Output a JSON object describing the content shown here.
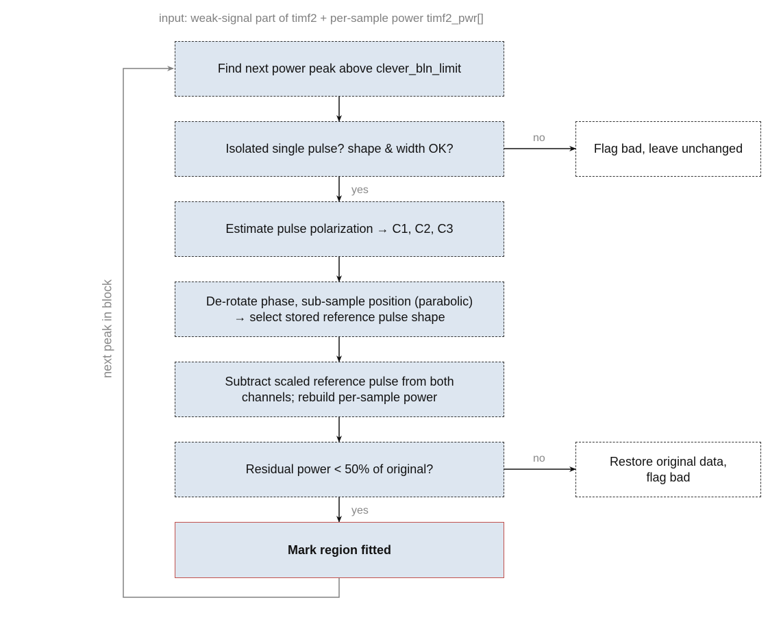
{
  "input_label": "input: weak-signal part of timf2 + per-sample power timf2_pwr[]",
  "steps": [
    {
      "id": "find-peak",
      "label": "Find next power peak above clever_bln_limit"
    },
    {
      "id": "isolated-check",
      "label": "Isolated single pulse? shape & width OK?"
    },
    {
      "id": "estimate-polarization",
      "label": "Estimate pulse polarization → C1, C2, C3"
    },
    {
      "id": "derotate-phase",
      "label": "De-rotate phase, sub-sample position (parabolic)\n→ select stored reference pulse shape"
    },
    {
      "id": "subtract-reference",
      "label": "Subtract scaled reference pulse from both\nchannels; rebuild per-sample power"
    },
    {
      "id": "residual-check",
      "label": "Residual power < 50% of original?"
    },
    {
      "id": "mark-fitted",
      "label": "Mark region fitted"
    }
  ],
  "side_boxes": [
    {
      "id": "flag-bad",
      "label": "Flag bad, leave unchanged"
    },
    {
      "id": "restore-original",
      "label": "Restore original data,\nflag bad"
    }
  ],
  "edge_labels": {
    "isolated_no": "no",
    "isolated_yes": "yes",
    "residual_no": "no",
    "residual_yes": "yes",
    "loop": "next peak in block"
  },
  "colors": {
    "step_fill": "#dde6f0",
    "final_border": "#c0504d",
    "arrow": "#111111",
    "loop_line": "#808080"
  }
}
